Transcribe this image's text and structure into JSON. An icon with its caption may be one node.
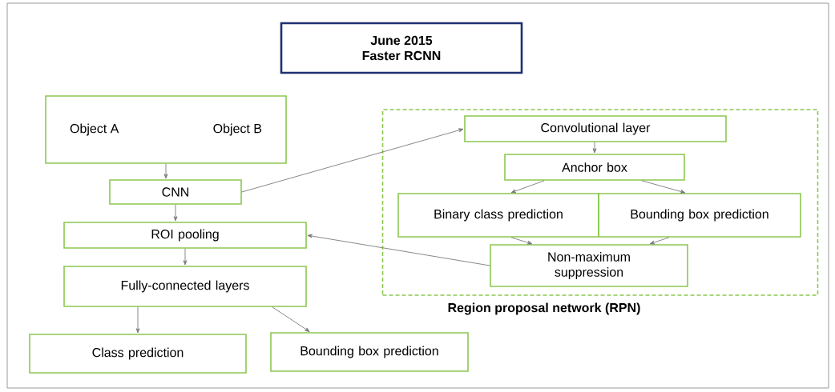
{
  "diagram": {
    "nodes": [
      {
        "text": [
          "June 2015",
          "Faster RCNN"
        ]
      },
      {
        "text": [
          "Object A",
          "Object B"
        ]
      },
      {
        "text": [
          "CNN"
        ]
      },
      {
        "text": [
          "ROI pooling"
        ]
      },
      {
        "text": [
          "Fully-connected layers"
        ]
      },
      {
        "text": [
          "Class prediction"
        ]
      },
      {
        "text": [
          "Bounding box prediction"
        ]
      },
      {
        "text": [
          "Region proposal network (RPN)"
        ]
      },
      {
        "text": [
          "Convolutional layer"
        ],
        "in": 7
      },
      {
        "text": [
          "Anchor box"
        ],
        "in": 7
      },
      {
        "text": [
          "Binary class prediction"
        ],
        "in": 7
      },
      {
        "text": [
          "Bounding box prediction"
        ],
        "in": 7
      },
      {
        "text": [
          "Non-maximum suppression"
        ],
        "in": 7
      }
    ],
    "edges": [
      {
        "from": 1,
        "to": 2,
        "arrow": "to"
      },
      {
        "from": 2,
        "to": 8,
        "arrow": "to"
      },
      {
        "from": 2,
        "to": 3,
        "arrow": "to"
      },
      {
        "from": 3,
        "to": 4,
        "arrow": "to"
      },
      {
        "from": 4,
        "to": 5,
        "arrow": "to"
      },
      {
        "from": 4,
        "to": 6,
        "arrow": "to"
      },
      {
        "from": 8,
        "to": 9,
        "arrow": "to"
      },
      {
        "from": 9,
        "to": 10,
        "arrow": "to"
      },
      {
        "from": 9,
        "to": 11,
        "arrow": "to"
      },
      {
        "from": 10,
        "to": 12,
        "arrow": "to"
      },
      {
        "from": 11,
        "to": 12,
        "arrow": "to"
      },
      {
        "from": 12,
        "to": 3,
        "arrow": "to"
      }
    ]
  }
}
